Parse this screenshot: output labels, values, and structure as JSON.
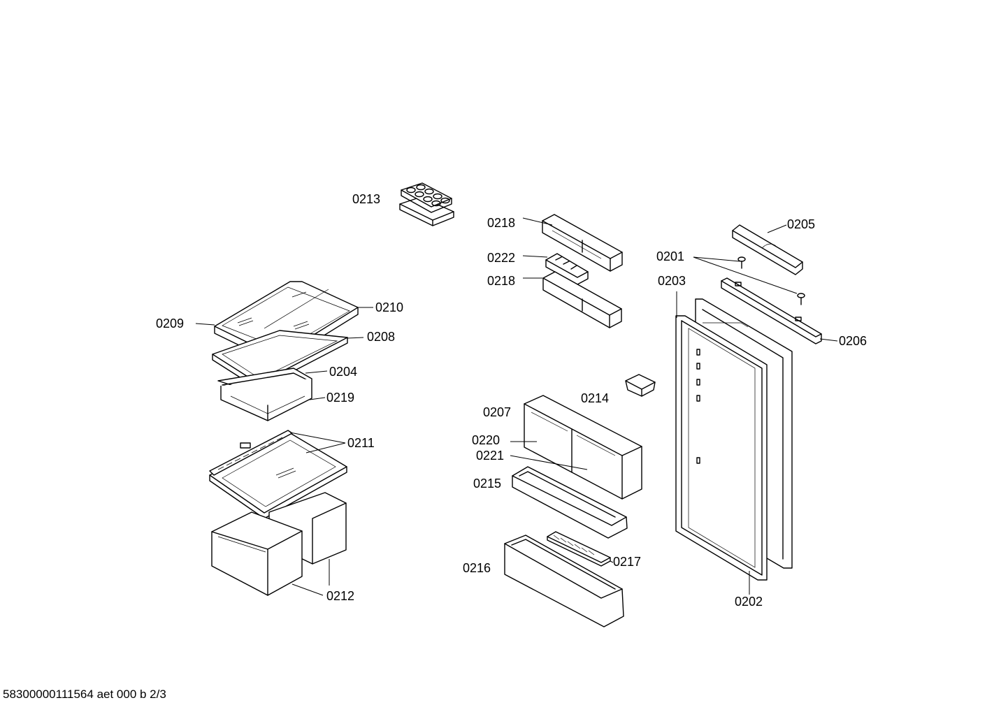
{
  "labels": {
    "l0213": "0213",
    "l0218a": "0218",
    "l0222": "0222",
    "l0218b": "0218",
    "l0205": "0205",
    "l0201": "0201",
    "l0203": "0203",
    "l0206": "0206",
    "l0209": "0209",
    "l0210": "0210",
    "l0208": "0208",
    "l0204": "0204",
    "l0219": "0219",
    "l0214": "0214",
    "l0207": "0207",
    "l0220": "0220",
    "l0221": "0221",
    "l0211": "0211",
    "l0215": "0215",
    "l0217": "0217",
    "l0216": "0216",
    "l0212": "0212",
    "l0202": "0202"
  },
  "footer": "58300000111564 aet 000 b 2/3"
}
